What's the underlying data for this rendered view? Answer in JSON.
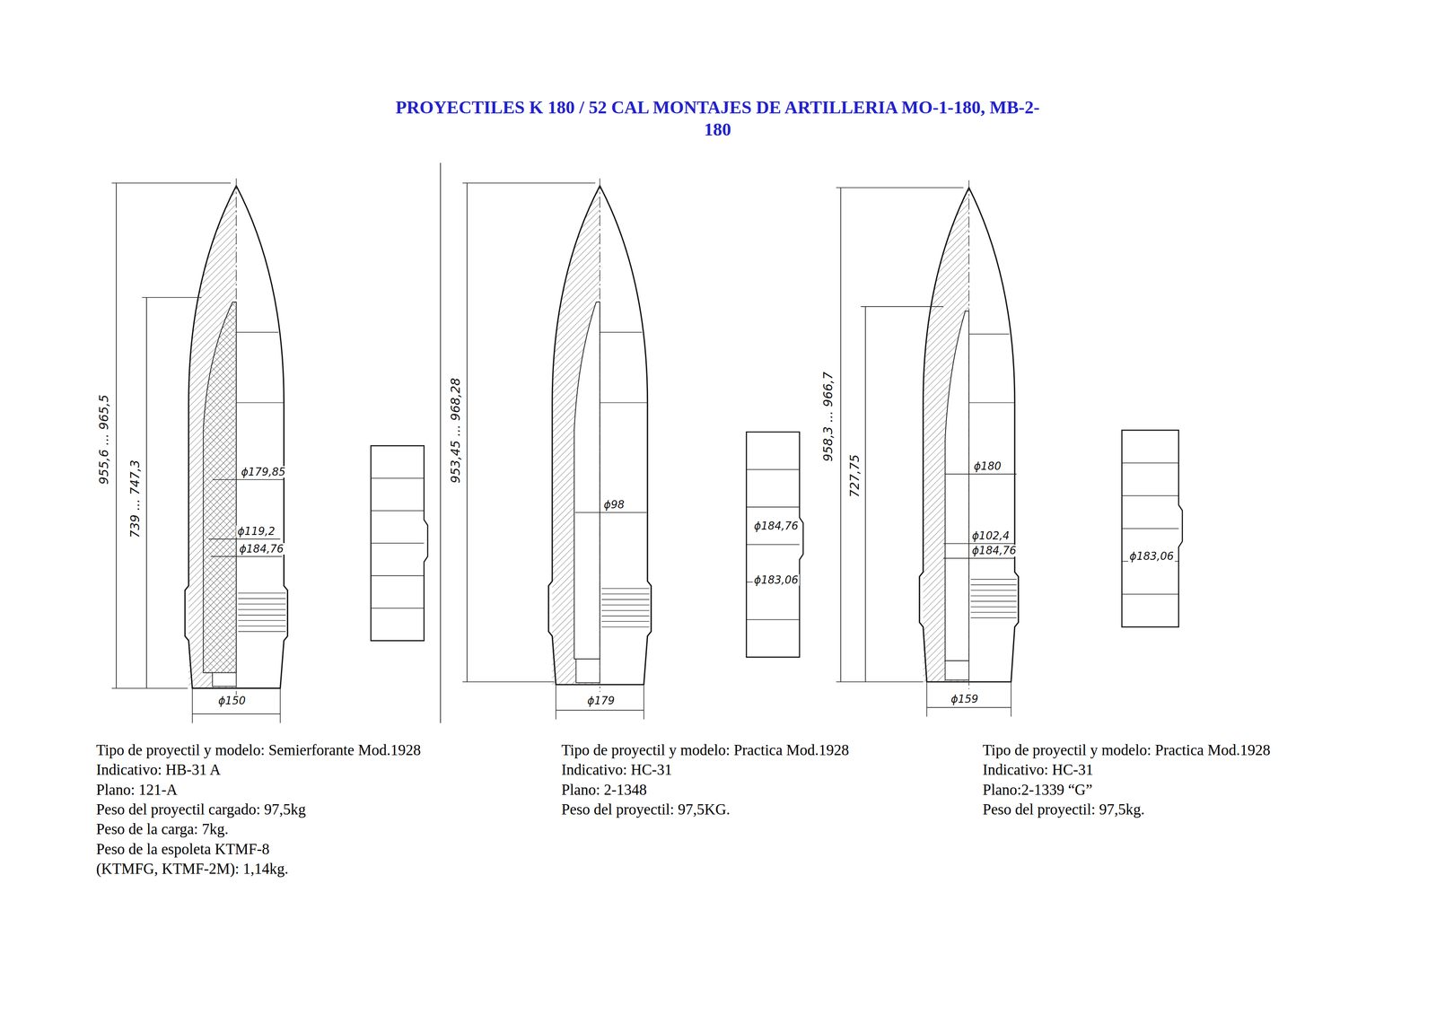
{
  "diagram": {
    "title": "PROYECTILES K 180 / 52 CAL MONTAJES DE ARTILLERIA MO-1-180, MB-2-180",
    "labels": [
      "955,6 ... 965,5",
      "739 ... 747,3",
      "ϕ179,85",
      "ϕ119,2",
      "ϕ184,76",
      "ϕ150",
      "953,45 ... 968,28",
      "ϕ98",
      "ϕ184,76",
      "ϕ183,06",
      "ϕ179",
      "958,3 ... 966,7",
      "727,75",
      "ϕ180",
      "ϕ102,4",
      "ϕ184,76",
      "ϕ183,06",
      "ϕ159",
      "Tipo de proyectil y modelo: Semierforante Mod.1928",
      "Indicativo: HB-31 A",
      "Plano: 121-A",
      "Peso del proyectil cargado: 97,5kg",
      "Peso de la carga: 7kg.",
      "Peso de la espoleta KTMF-8",
      "(KTMFG, KTMF-2M): 1,14kg.",
      "Tipo de proyectil y modelo: Practica Mod.1928",
      "Indicativo: HC-31",
      "Plano: 2-1348",
      "Peso del proyectil: 97,5KG.",
      "Tipo de proyectil y modelo: Practica Mod.1928",
      "Indicativo: HC-31",
      "Plano:2-1339 “G”",
      "Peso del proyectil: 97,5kg."
    ]
  }
}
